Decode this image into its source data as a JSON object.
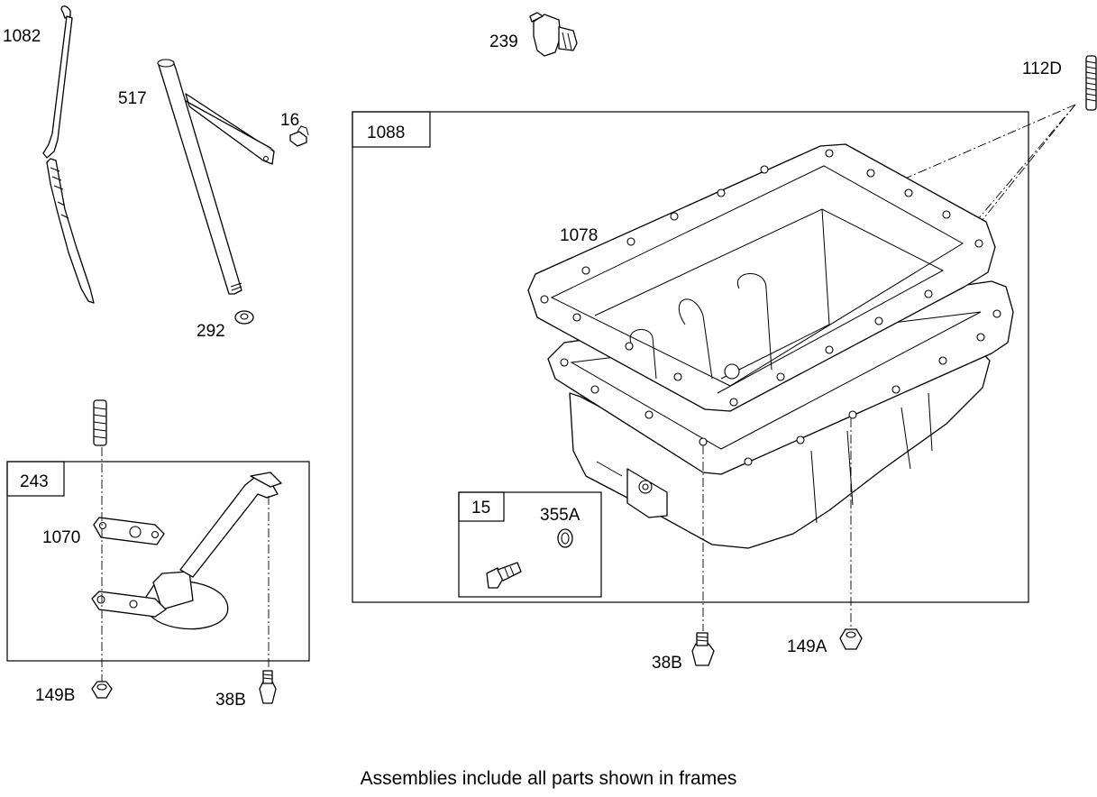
{
  "labels": {
    "dipstick": "1082",
    "dipstick_tube": "517",
    "tube_screw": "16",
    "tube_nut": "292",
    "sensor": "239",
    "stud": "112D",
    "sump_assembly_frame": "1088",
    "sump_gasket": "1078",
    "drain_frame": "15",
    "drain_washer": "355A",
    "pickup_frame": "243",
    "pickup_gasket": "1070",
    "pickup_nut": "149B",
    "pickup_bolt": "38B",
    "sump_bolt": "38B",
    "sump_nut": "149A"
  },
  "caption": "Assemblies include all parts shown in frames"
}
